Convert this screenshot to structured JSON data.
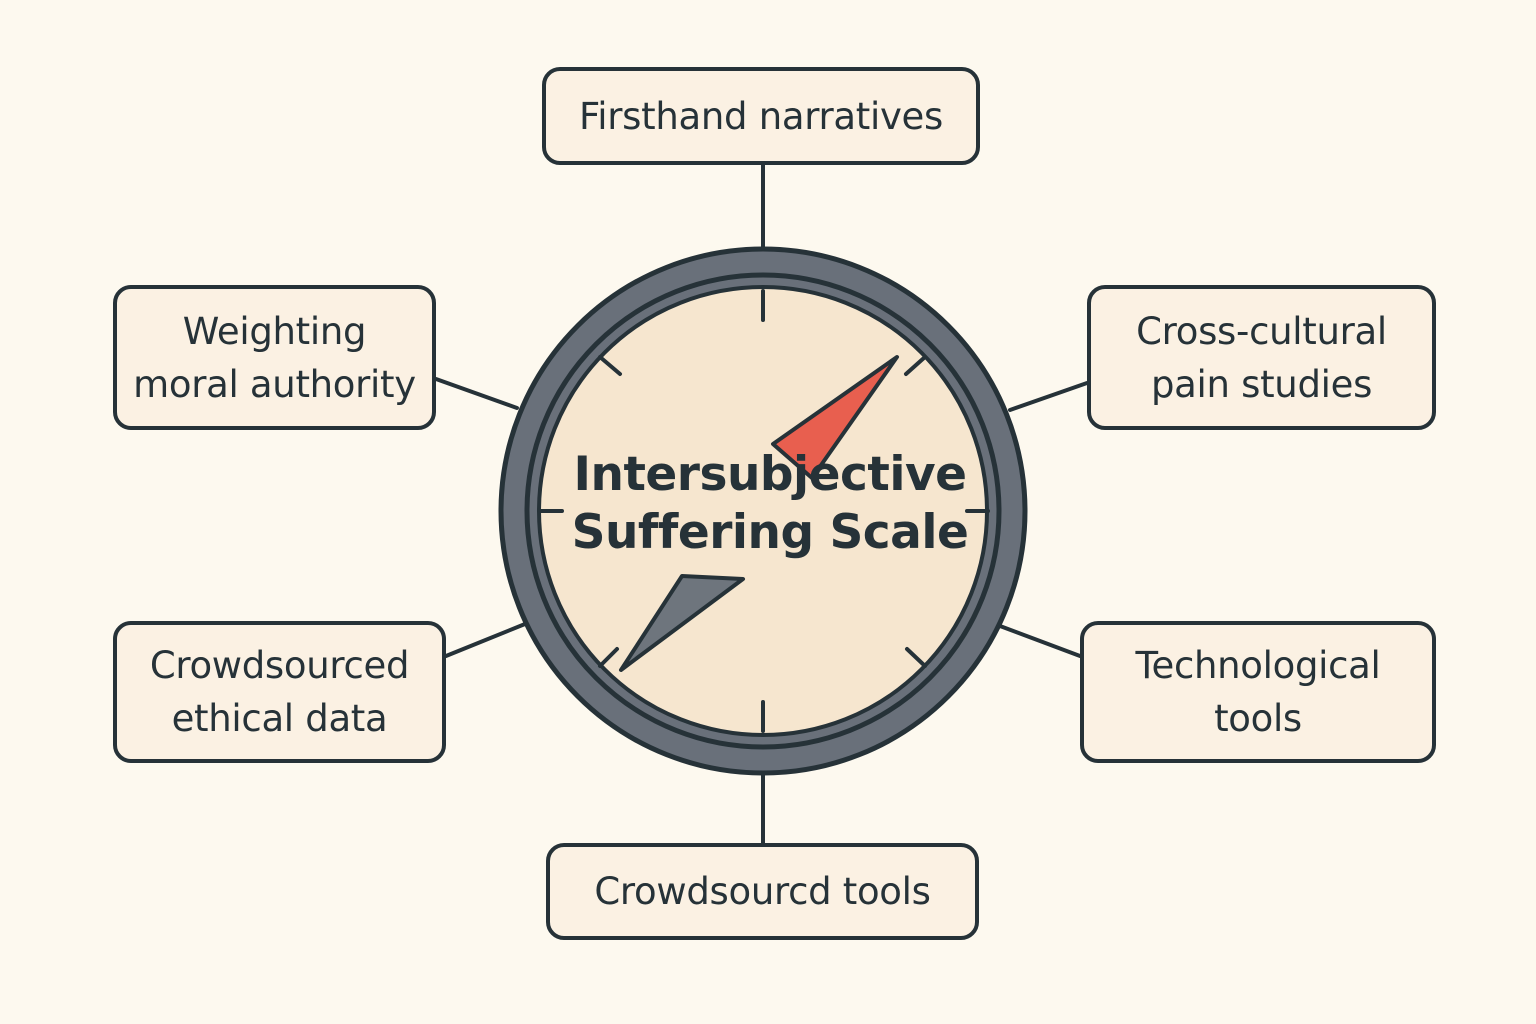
{
  "diagram": {
    "center": {
      "title": "Intersubjective\nSuffering Scale"
    },
    "nodes": {
      "top": "Firsthand narratives",
      "upper_left": "Weighting\nmoral authority",
      "upper_right": "Cross-cultural\npain studies",
      "lower_left": "Crowdsourced\nethical data",
      "lower_right": "Technological\ntools",
      "bottom": "Crowdsourcd tools"
    }
  },
  "colors": {
    "background": "#fdf9ef",
    "box_fill": "#fbf1e3",
    "outline": "#263238",
    "dial_ring": "#69707a",
    "dial_face": "#f6e6cf",
    "needle_red": "#e85f4f",
    "needle_gray": "#6e757d"
  },
  "icons": {
    "gauge": "gauge-icon"
  }
}
